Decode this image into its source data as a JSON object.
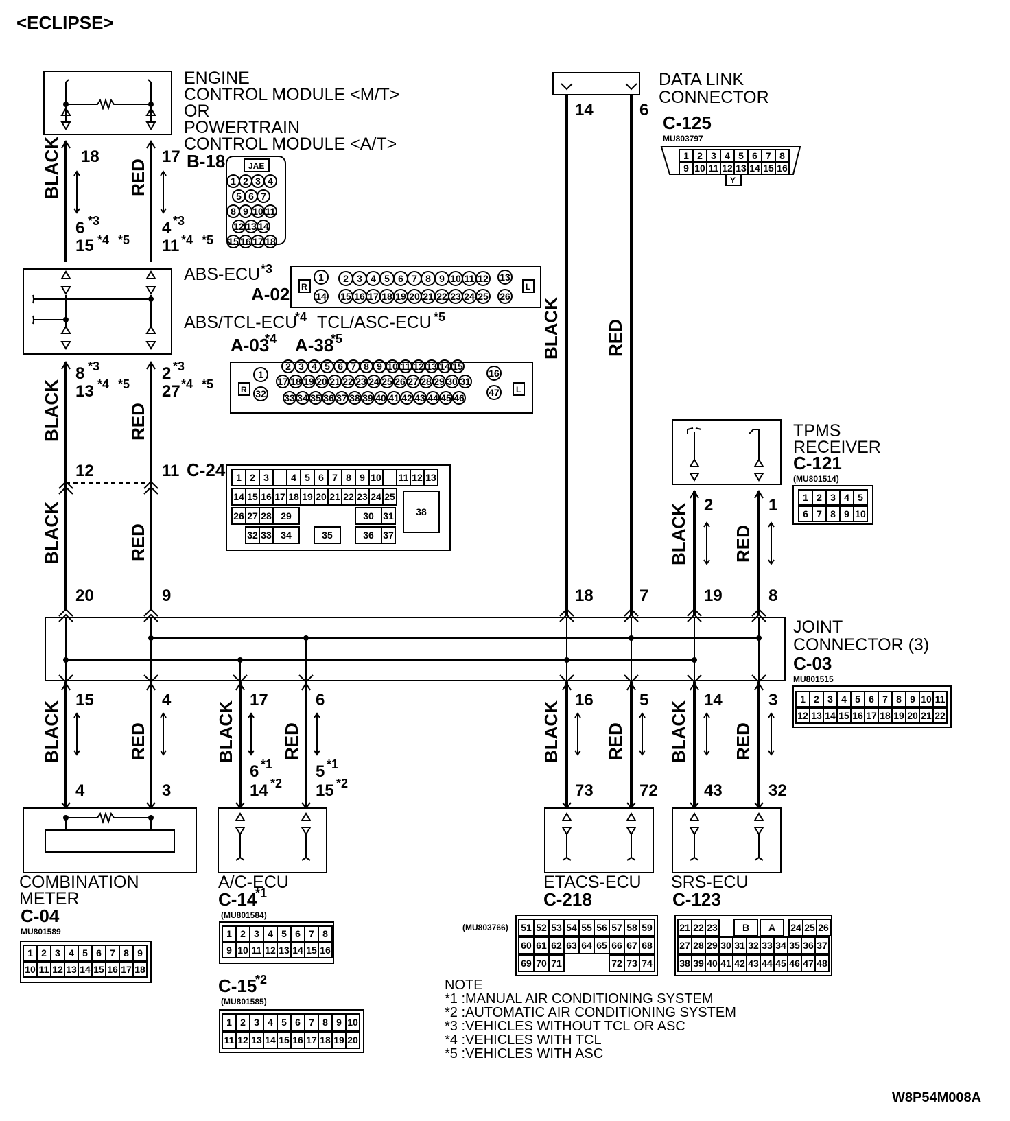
{
  "header": {
    "model": "<ECLIPSE>"
  },
  "colors": {
    "ink": "#000000",
    "paper": "#ffffff"
  },
  "components": {
    "ecm": {
      "lines": [
        "ENGINE",
        "CONTROL MODULE <M/T>",
        "OR",
        "POWERTRAIN",
        "CONTROL MODULE <A/T>"
      ],
      "connector": "B-18",
      "jae": "JAE",
      "pins": [
        "1",
        "2",
        "3",
        "4",
        "5",
        "6",
        "7",
        "8",
        "9",
        "10",
        "11",
        "12",
        "13",
        "14",
        "15",
        "16",
        "17",
        "18"
      ]
    },
    "abs": {
      "name": "ABS-ECU",
      "star": "*3",
      "connector": "A-02",
      "pins_top": [
        "1",
        "2",
        "3",
        "4",
        "5",
        "6",
        "7",
        "8",
        "9",
        "10",
        "11",
        "12",
        "13"
      ],
      "pins_bot": [
        "14",
        "15",
        "16",
        "17",
        "18",
        "19",
        "20",
        "21",
        "22",
        "23",
        "24",
        "25",
        "26"
      ]
    },
    "abs_tcl": {
      "name": "ABS/TCL-ECU",
      "star": "*4",
      "name2": "TCL/ASC-ECU",
      "star2": "*5",
      "conn1": "A-03",
      "conn2": "A-38"
    },
    "joint_c24": {
      "connector": "C-24"
    },
    "dlc": {
      "lines": [
        "DATA LINK",
        "CONNECTOR"
      ],
      "connector": "C-125",
      "part": "MU803797",
      "key": "Y"
    },
    "tpms": {
      "lines": [
        "TPMS",
        "RECEIVER"
      ],
      "connector": "C-121",
      "part": "(MU801514)"
    },
    "joint3": {
      "lines": [
        "JOINT",
        "CONNECTOR (3)"
      ],
      "connector": "C-03",
      "part": "MU801515"
    },
    "meter": {
      "lines": [
        "COMBINATION",
        "METER"
      ],
      "connector": "C-04",
      "part": "MU801589"
    },
    "ac": {
      "name": "A/C-ECU",
      "conn1": "C-14",
      "star1": "*1",
      "part1": "(MU801584)",
      "conn2": "C-15",
      "star2": "*2",
      "part2": "(MU801585)"
    },
    "etacs": {
      "name": "ETACS-ECU",
      "connector": "C-218",
      "part": "(MU803766)"
    },
    "srs": {
      "name": "SRS-ECU",
      "connector": "C-123"
    }
  },
  "wires": {
    "black": "BLACK",
    "red": "RED"
  },
  "pins": {
    "ecm_black": "18",
    "ecm_red": "17",
    "abs_top_black_1": "6",
    "abs_top_black_2": "15",
    "abs_top_red_1": "4",
    "abs_top_red_2": "11",
    "abs_bot_black_1": "8",
    "abs_bot_black_2": "13",
    "abs_bot_red_1": "2",
    "abs_bot_red_2": "27",
    "c24_black": "12",
    "c24_red": "11",
    "j3_in_black": "20",
    "j3_in_red": "9",
    "j3_in_dlc_black": "18",
    "j3_in_dlc_red": "7",
    "j3_in_tpms_black": "19",
    "j3_in_tpms_red": "8",
    "dlc_black": "14",
    "dlc_red": "6",
    "tpms_black": "2",
    "tpms_red": "1",
    "j3_out_1": "15",
    "j3_out_2": "4",
    "j3_out_3": "17",
    "j3_out_4": "6",
    "j3_out_5": "16",
    "j3_out_6": "5",
    "j3_out_7": "14",
    "j3_out_8": "3",
    "meter_black": "4",
    "meter_red": "3",
    "ac_black_1": "6",
    "ac_black_2": "14",
    "ac_red_1": "5",
    "ac_red_2": "15",
    "etacs_black": "73",
    "etacs_red": "72",
    "srs_black": "43",
    "srs_red": "32"
  },
  "stars": {
    "s1": "*1",
    "s2": "*2",
    "s3": "*3",
    "s4": "*4",
    "s5": "*5"
  },
  "notes": {
    "title": "NOTE",
    "items": [
      "*1 :MANUAL AIR CONDITIONING SYSTEM",
      "*2 :AUTOMATIC AIR CONDITIONING SYSTEM",
      "*3 :VEHICLES WITHOUT TCL OR ASC",
      "*4 :VEHICLES WITH TCL",
      "*5 :VEHICLES WITH ASC"
    ]
  },
  "footer": {
    "code": "W8P54M008A"
  }
}
